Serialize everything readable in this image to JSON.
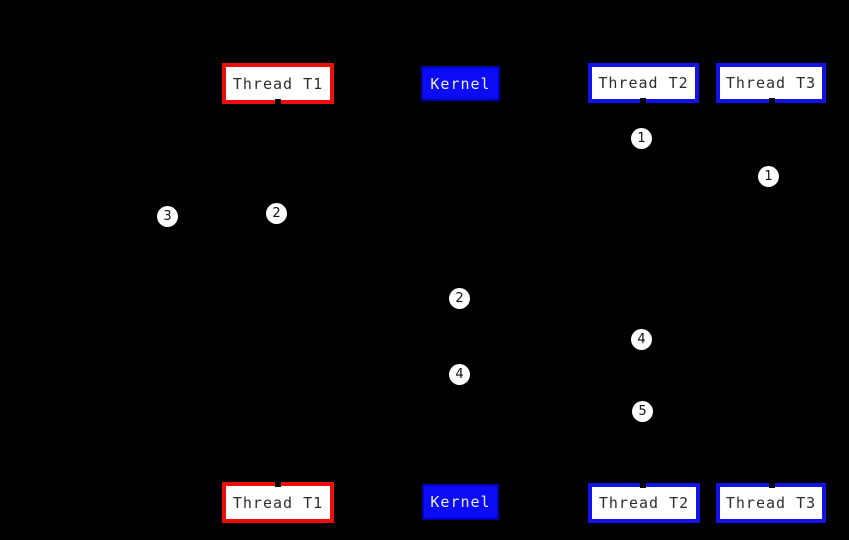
{
  "diagram": {
    "background": "#000000",
    "top_row": {
      "thread_t1": "Thread T1",
      "kernel": "Kernel",
      "thread_t2": "Thread T2",
      "thread_t3": "Thread T3"
    },
    "bottom_row": {
      "thread_t1": "Thread T1",
      "kernel": "Kernel",
      "thread_t2": "Thread T2",
      "thread_t3": "Thread T3"
    },
    "colors": {
      "thread_t1_border": "#ee0d0d",
      "thread_t2_border": "#1212e9",
      "thread_t3_border": "#1212e9",
      "kernel_fill": "#0b0bf5",
      "kernel_border": "#0000ad",
      "box_fill": "#ffffff",
      "box_text": "#2e2e2e",
      "kernel_text": "#ededed",
      "marker_fill": "#ffffff",
      "marker_text": "#111111"
    },
    "markers": [
      {
        "label": "1"
      },
      {
        "label": "1"
      },
      {
        "label": "2"
      },
      {
        "label": "3"
      },
      {
        "label": "2"
      },
      {
        "label": "4"
      },
      {
        "label": "4"
      },
      {
        "label": "5"
      }
    ]
  }
}
